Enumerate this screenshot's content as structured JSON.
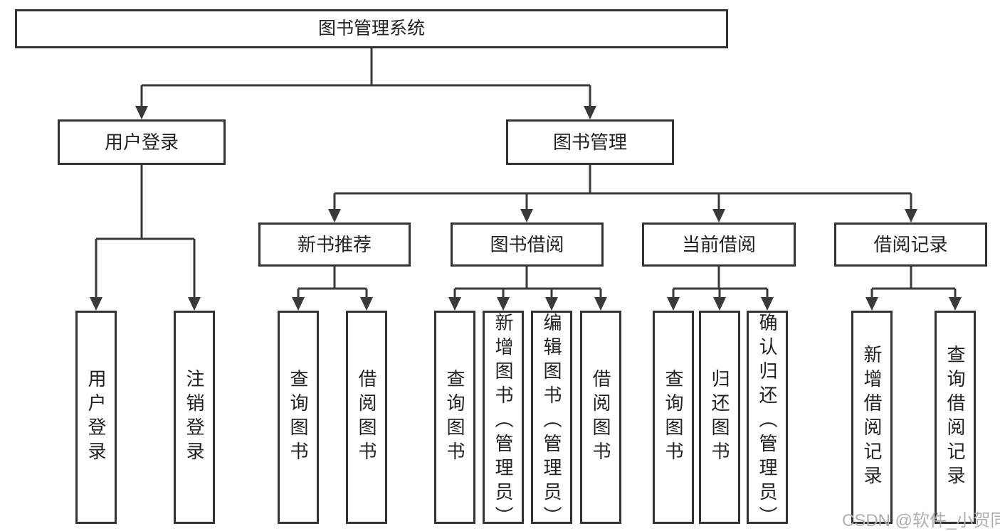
{
  "diagram": {
    "root": {
      "label": "图书管理系统"
    },
    "level2": [
      {
        "id": "user-login",
        "label": "用户登录"
      },
      {
        "id": "book-management",
        "label": "图书管理"
      }
    ],
    "level3": [
      {
        "id": "new-book-recommend",
        "label": "新书推荐"
      },
      {
        "id": "book-borrow",
        "label": "图书借阅"
      },
      {
        "id": "current-borrow",
        "label": "当前借阅"
      },
      {
        "id": "borrow-records",
        "label": "借阅记录"
      }
    ],
    "leaves": [
      {
        "parent": "user-login",
        "label": "用户登录"
      },
      {
        "parent": "user-login",
        "label": "注销登录"
      },
      {
        "parent": "new-book-recommend",
        "label": "查询图书"
      },
      {
        "parent": "new-book-recommend",
        "label": "借阅图书"
      },
      {
        "parent": "book-borrow",
        "label": "查询图书"
      },
      {
        "parent": "book-borrow",
        "label": "新增图书（管理员）"
      },
      {
        "parent": "book-borrow",
        "label": "编辑图书（管理员）"
      },
      {
        "parent": "book-borrow",
        "label": "借阅图书"
      },
      {
        "parent": "current-borrow",
        "label": "查询图书"
      },
      {
        "parent": "current-borrow",
        "label": "归还图书"
      },
      {
        "parent": "current-borrow",
        "label": "确认归还（管理员）"
      },
      {
        "parent": "borrow-records",
        "label": "新增借阅记录"
      },
      {
        "parent": "borrow-records",
        "label": "查询借阅记录"
      }
    ]
  },
  "watermark": {
    "text": "CSDN @软件_小贺同学"
  },
  "colors": {
    "line": "#3a3a3a",
    "border": "#333333",
    "text": "#222222",
    "background": "#ffffff",
    "watermark": "#b0b0b0"
  }
}
